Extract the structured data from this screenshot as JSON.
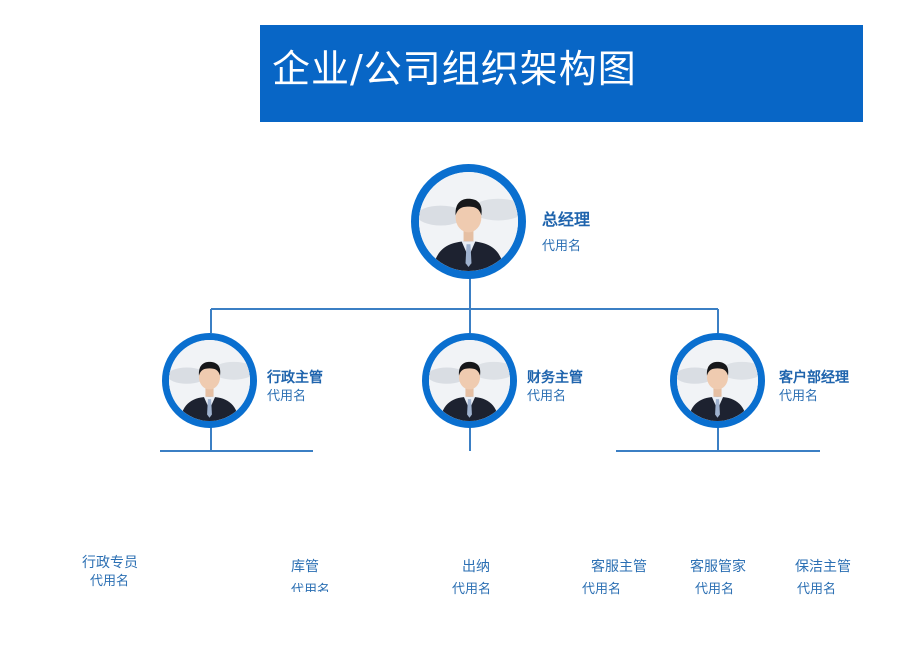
{
  "title": "企业/公司组织架构图",
  "colors": {
    "banner": "#0866c6",
    "ring": "#0a6fcf",
    "line": "#3b7fc4",
    "text": "#1f64ad"
  },
  "top": {
    "role": "总经理",
    "name": "代用名"
  },
  "managers": [
    {
      "role": "行政主管",
      "name": "代用名"
    },
    {
      "role": "财务主管",
      "name": "代用名"
    },
    {
      "role": "客户部经理",
      "name": "代用名"
    }
  ],
  "staff": [
    {
      "role": "行政专员",
      "name": "代用名"
    },
    {
      "role": "库管",
      "name": "代用名"
    },
    {
      "role": "出纳",
      "name": "代用名"
    },
    {
      "role": "客服主管",
      "name": "代用名"
    },
    {
      "role": "客服管家",
      "name": "代用名"
    },
    {
      "role": "保洁主管",
      "name": "代用名"
    }
  ]
}
